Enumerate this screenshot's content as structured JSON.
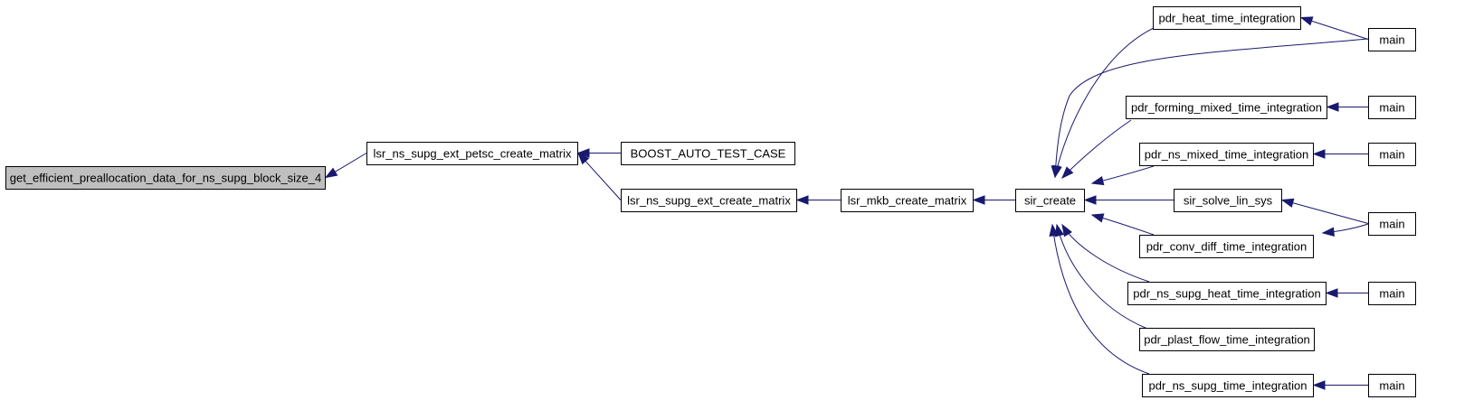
{
  "graph": {
    "title": "",
    "edge_color": "#191970",
    "root_fill": "#bfbfbf",
    "node_fill": "#ffffff",
    "nodes": [
      {
        "id": "n1",
        "label": "get_efficient_preallocation_data_for_ns_supg_block_size_4",
        "root": true
      },
      {
        "id": "n2",
        "label": "lsr_ns_supg_ext_petsc_create_matrix"
      },
      {
        "id": "n3",
        "label": "BOOST_AUTO_TEST_CASE"
      },
      {
        "id": "n4",
        "label": "lsr_ns_supg_ext_create_matrix"
      },
      {
        "id": "n5",
        "label": "lsr_mkb_create_matrix"
      },
      {
        "id": "n6",
        "label": "sir_create"
      },
      {
        "id": "n7",
        "label": "pdr_heat_time_integration"
      },
      {
        "id": "n8",
        "label": "main"
      },
      {
        "id": "n9",
        "label": "pdr_forming_mixed_time_integration"
      },
      {
        "id": "n10",
        "label": "main"
      },
      {
        "id": "n11",
        "label": "pdr_ns_mixed_time_integration"
      },
      {
        "id": "n12",
        "label": "main"
      },
      {
        "id": "n13",
        "label": "sir_solve_lin_sys"
      },
      {
        "id": "n14",
        "label": "main"
      },
      {
        "id": "n15",
        "label": "pdr_conv_diff_time_integration"
      },
      {
        "id": "n16",
        "label": "pdr_ns_supg_heat_time_integration"
      },
      {
        "id": "n17",
        "label": "main"
      },
      {
        "id": "n18",
        "label": "pdr_plast_flow_time_integration"
      },
      {
        "id": "n19",
        "label": "pdr_ns_supg_time_integration"
      },
      {
        "id": "n20",
        "label": "main"
      }
    ],
    "edges": [
      {
        "from": "n2",
        "to": "n1"
      },
      {
        "from": "n3",
        "to": "n2"
      },
      {
        "from": "n4",
        "to": "n2"
      },
      {
        "from": "n5",
        "to": "n4"
      },
      {
        "from": "n6",
        "to": "n5"
      },
      {
        "from": "n7",
        "to": "n6"
      },
      {
        "from": "n8",
        "to": "n6"
      },
      {
        "from": "n9",
        "to": "n6"
      },
      {
        "from": "n11",
        "to": "n6"
      },
      {
        "from": "n13",
        "to": "n6"
      },
      {
        "from": "n15",
        "to": "n6"
      },
      {
        "from": "n16",
        "to": "n6"
      },
      {
        "from": "n18",
        "to": "n6"
      },
      {
        "from": "n19",
        "to": "n6"
      },
      {
        "from": "n8",
        "to": "n7"
      },
      {
        "from": "n10",
        "to": "n9"
      },
      {
        "from": "n12",
        "to": "n11"
      },
      {
        "from": "n14",
        "to": "n13"
      },
      {
        "from": "n14",
        "to": "n15"
      },
      {
        "from": "n17",
        "to": "n16"
      },
      {
        "from": "n20",
        "to": "n19"
      }
    ]
  }
}
